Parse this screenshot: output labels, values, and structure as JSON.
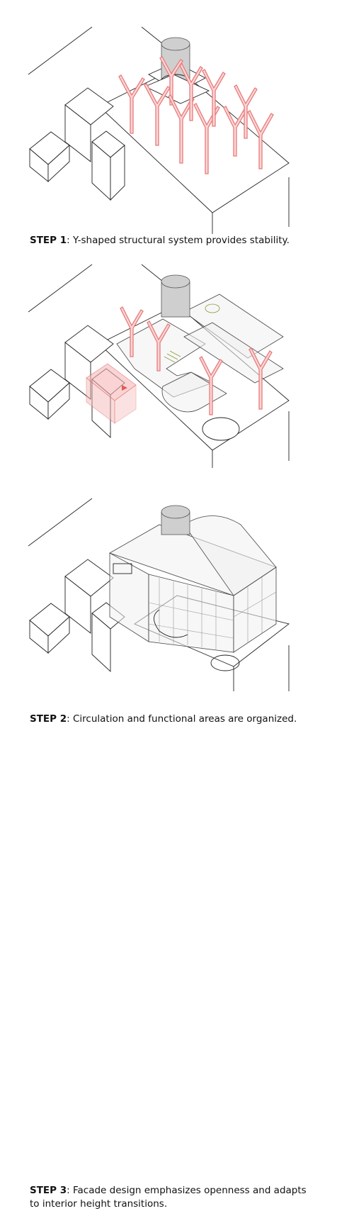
{
  "steps": [
    {
      "label": "STEP 1",
      "text": ": Y-shaped structural system provides stability."
    },
    {
      "label": "STEP 2",
      "text": ": Circulation and functional areas are organized."
    },
    {
      "label": "STEP 3",
      "text": ": Facade design emphasizes openness and adapts to interior height transitions."
    }
  ],
  "colors": {
    "structure": "#e87a7a",
    "structure_fill": "#fbd6d6",
    "cylinder": "#cfcfcf",
    "line": "#222222"
  }
}
